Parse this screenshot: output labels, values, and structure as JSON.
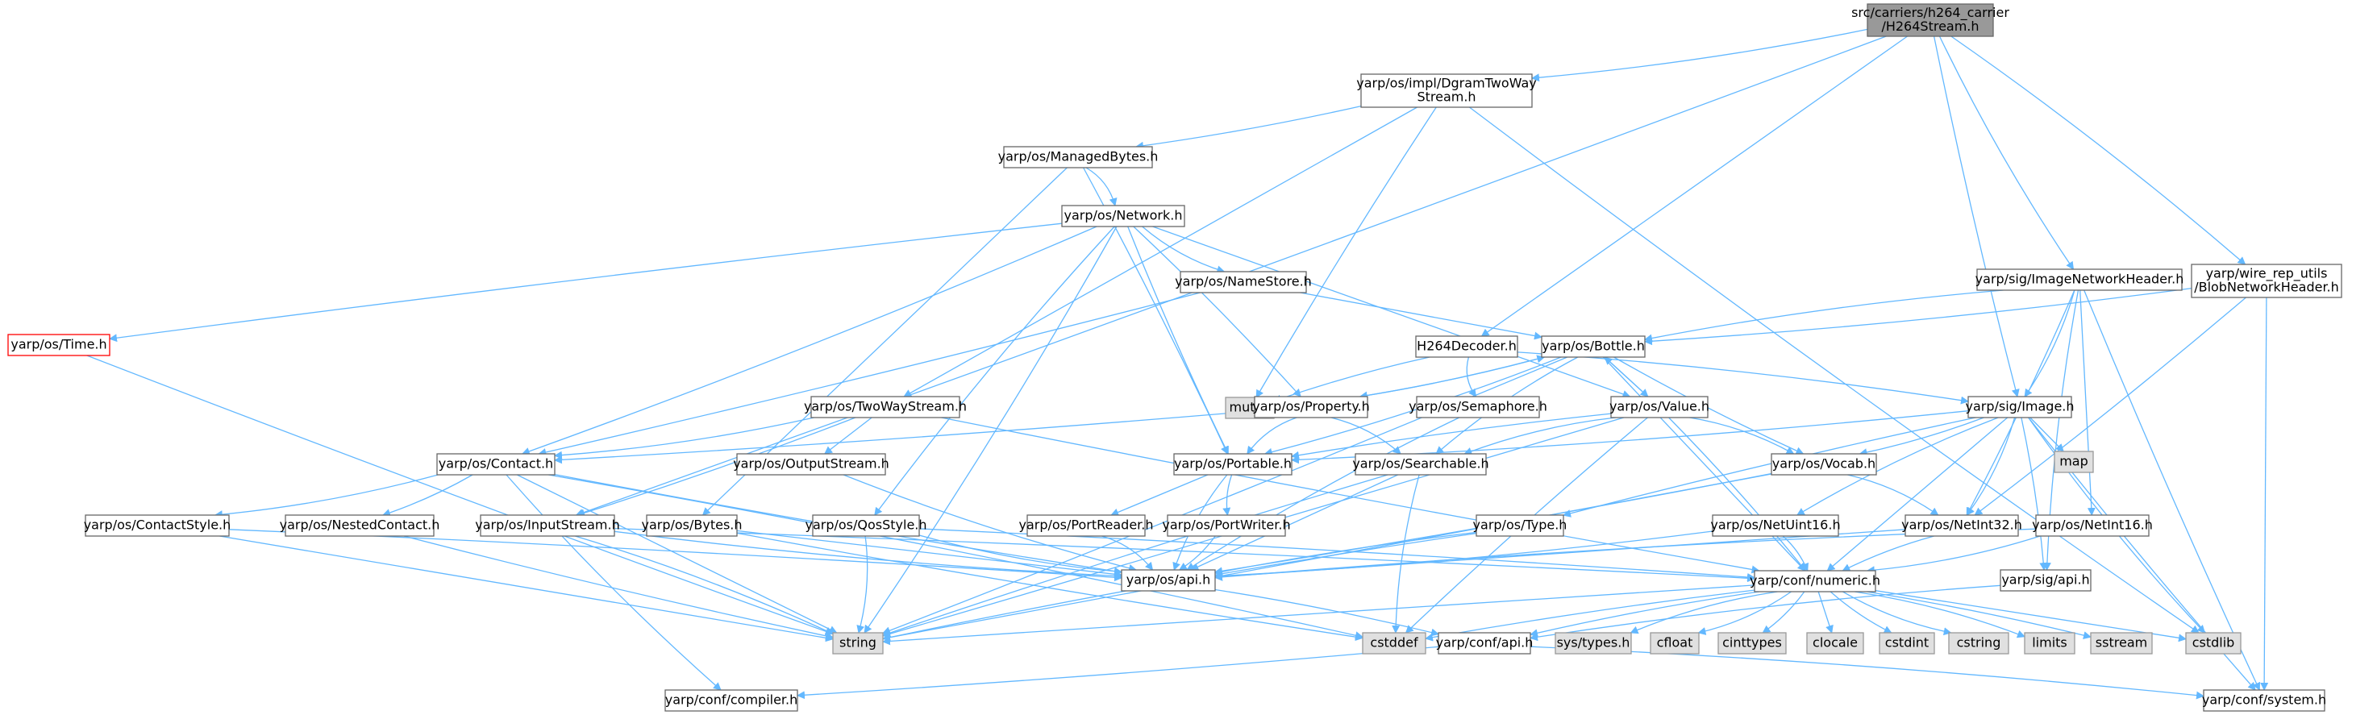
{
  "diagram": {
    "colors": {
      "edge": "#63b8ff",
      "border": "#666666",
      "root_fill": "#999999",
      "root_border": "#666666",
      "node_fill": "#ffffff",
      "system_fill": "#e0e0e0",
      "system_border": "#999999",
      "truncated_border": "#ff0000",
      "text": "#000000"
    },
    "nodes": [
      {
        "id": "root",
        "lines": [
          "src/carriers/h264_carrier",
          "/H264Stream.h"
        ],
        "kind": "root"
      },
      {
        "id": "dgram",
        "lines": [
          "yarp/os/impl/DgramTwoWay",
          "Stream.h"
        ],
        "kind": "file"
      },
      {
        "id": "managedbytes",
        "lines": [
          "yarp/os/ManagedBytes.h"
        ],
        "kind": "file"
      },
      {
        "id": "network",
        "lines": [
          "yarp/os/Network.h"
        ],
        "kind": "file"
      },
      {
        "id": "time",
        "lines": [
          "yarp/os/Time.h"
        ],
        "kind": "truncated"
      },
      {
        "id": "namestore",
        "lines": [
          "yarp/os/NameStore.h"
        ],
        "kind": "file"
      },
      {
        "id": "imgnethdr",
        "lines": [
          "yarp/sig/ImageNetworkHeader.h"
        ],
        "kind": "file"
      },
      {
        "id": "wirerep",
        "lines": [
          "yarp/wire_rep_utils",
          "/BlobNetworkHeader.h"
        ],
        "kind": "file"
      },
      {
        "id": "h264dec",
        "lines": [
          "H264Decoder.h"
        ],
        "kind": "file"
      },
      {
        "id": "bottle",
        "lines": [
          "yarp/os/Bottle.h"
        ],
        "kind": "file"
      },
      {
        "id": "twowaystream",
        "lines": [
          "yarp/os/TwoWayStream.h"
        ],
        "kind": "file"
      },
      {
        "id": "mutex",
        "lines": [
          "mutex"
        ],
        "kind": "system"
      },
      {
        "id": "property",
        "lines": [
          "yarp/os/Property.h"
        ],
        "kind": "file"
      },
      {
        "id": "semaphore",
        "lines": [
          "yarp/os/Semaphore.h"
        ],
        "kind": "file"
      },
      {
        "id": "value",
        "lines": [
          "yarp/os/Value.h"
        ],
        "kind": "file"
      },
      {
        "id": "sigimage",
        "lines": [
          "yarp/sig/Image.h"
        ],
        "kind": "file"
      },
      {
        "id": "map",
        "lines": [
          "map"
        ],
        "kind": "system"
      },
      {
        "id": "contact",
        "lines": [
          "yarp/os/Contact.h"
        ],
        "kind": "file"
      },
      {
        "id": "outputstream",
        "lines": [
          "yarp/os/OutputStream.h"
        ],
        "kind": "file"
      },
      {
        "id": "portable",
        "lines": [
          "yarp/os/Portable.h"
        ],
        "kind": "file"
      },
      {
        "id": "searchable",
        "lines": [
          "yarp/os/Searchable.h"
        ],
        "kind": "file"
      },
      {
        "id": "vocab",
        "lines": [
          "yarp/os/Vocab.h"
        ],
        "kind": "file"
      },
      {
        "id": "contactstyle",
        "lines": [
          "yarp/os/ContactStyle.h"
        ],
        "kind": "file"
      },
      {
        "id": "nestedcontact",
        "lines": [
          "yarp/os/NestedContact.h"
        ],
        "kind": "file"
      },
      {
        "id": "inputstream",
        "lines": [
          "yarp/os/InputStream.h"
        ],
        "kind": "file"
      },
      {
        "id": "bytes",
        "lines": [
          "yarp/os/Bytes.h"
        ],
        "kind": "file"
      },
      {
        "id": "qosstyle",
        "lines": [
          "yarp/os/QosStyle.h"
        ],
        "kind": "file"
      },
      {
        "id": "portreader",
        "lines": [
          "yarp/os/PortReader.h"
        ],
        "kind": "file"
      },
      {
        "id": "portwriter",
        "lines": [
          "yarp/os/PortWriter.h"
        ],
        "kind": "file"
      },
      {
        "id": "type",
        "lines": [
          "yarp/os/Type.h"
        ],
        "kind": "file"
      },
      {
        "id": "netuint16",
        "lines": [
          "yarp/os/NetUint16.h"
        ],
        "kind": "file"
      },
      {
        "id": "netint32",
        "lines": [
          "yarp/os/NetInt32.h"
        ],
        "kind": "file"
      },
      {
        "id": "netint16",
        "lines": [
          "yarp/os/NetInt16.h"
        ],
        "kind": "file"
      },
      {
        "id": "osapi",
        "lines": [
          "yarp/os/api.h"
        ],
        "kind": "file"
      },
      {
        "id": "numeric",
        "lines": [
          "yarp/conf/numeric.h"
        ],
        "kind": "file"
      },
      {
        "id": "sigapi",
        "lines": [
          "yarp/sig/api.h"
        ],
        "kind": "file"
      },
      {
        "id": "string",
        "lines": [
          "string"
        ],
        "kind": "system"
      },
      {
        "id": "cstddef",
        "lines": [
          "cstddef"
        ],
        "kind": "system"
      },
      {
        "id": "confapi",
        "lines": [
          "yarp/conf/api.h"
        ],
        "kind": "file"
      },
      {
        "id": "systypes",
        "lines": [
          "sys/types.h"
        ],
        "kind": "system"
      },
      {
        "id": "cfloat",
        "lines": [
          "cfloat"
        ],
        "kind": "system"
      },
      {
        "id": "cinttypes",
        "lines": [
          "cinttypes"
        ],
        "kind": "system"
      },
      {
        "id": "clocale",
        "lines": [
          "clocale"
        ],
        "kind": "system"
      },
      {
        "id": "cstdint",
        "lines": [
          "cstdint"
        ],
        "kind": "system"
      },
      {
        "id": "cstring",
        "lines": [
          "cstring"
        ],
        "kind": "system"
      },
      {
        "id": "limits",
        "lines": [
          "limits"
        ],
        "kind": "system"
      },
      {
        "id": "sstream",
        "lines": [
          "sstream"
        ],
        "kind": "system"
      },
      {
        "id": "cstdlib",
        "lines": [
          "cstdlib"
        ],
        "kind": "system"
      },
      {
        "id": "compiler",
        "lines": [
          "yarp/conf/compiler.h"
        ],
        "kind": "file"
      },
      {
        "id": "system",
        "lines": [
          "yarp/conf/system.h"
        ],
        "kind": "file"
      }
    ],
    "edges": [
      [
        "root",
        "dgram"
      ],
      [
        "root",
        "inputstream"
      ],
      [
        "root",
        "h264dec"
      ],
      [
        "root",
        "sigimage"
      ],
      [
        "root",
        "imgnethdr"
      ],
      [
        "root",
        "wirerep"
      ],
      [
        "dgram",
        "managedbytes"
      ],
      [
        "dgram",
        "twowaystream"
      ],
      [
        "dgram",
        "mutex"
      ],
      [
        "dgram",
        "cstdlib"
      ],
      [
        "managedbytes",
        "network"
      ],
      [
        "managedbytes",
        "portable"
      ],
      [
        "managedbytes",
        "bytes"
      ],
      [
        "network",
        "time"
      ],
      [
        "network",
        "namestore"
      ],
      [
        "network",
        "contact"
      ],
      [
        "network",
        "property"
      ],
      [
        "network",
        "value"
      ],
      [
        "network",
        "portable"
      ],
      [
        "network",
        "qosstyle"
      ],
      [
        "network",
        "string"
      ],
      [
        "namestore",
        "contact"
      ],
      [
        "namestore",
        "bottle"
      ],
      [
        "time",
        "string"
      ],
      [
        "imgnethdr",
        "bottle"
      ],
      [
        "imgnethdr",
        "sigimage"
      ],
      [
        "imgnethdr",
        "netint32"
      ],
      [
        "imgnethdr",
        "netint16"
      ],
      [
        "imgnethdr",
        "system"
      ],
      [
        "imgnethdr",
        "sigapi"
      ],
      [
        "wirerep",
        "bottle"
      ],
      [
        "wirerep",
        "netint32"
      ],
      [
        "wirerep",
        "system"
      ],
      [
        "h264dec",
        "mutex"
      ],
      [
        "h264dec",
        "semaphore"
      ],
      [
        "h264dec",
        "sigimage"
      ],
      [
        "bottle",
        "property"
      ],
      [
        "bottle",
        "value"
      ],
      [
        "bottle",
        "vocab"
      ],
      [
        "bottle",
        "searchable"
      ],
      [
        "bottle",
        "portable"
      ],
      [
        "bottle",
        "string"
      ],
      [
        "bottle",
        "numeric"
      ],
      [
        "property",
        "bottle"
      ],
      [
        "property",
        "portable"
      ],
      [
        "property",
        "searchable"
      ],
      [
        "property",
        "contact"
      ],
      [
        "value",
        "bottle"
      ],
      [
        "value",
        "portable"
      ],
      [
        "value",
        "searchable"
      ],
      [
        "value",
        "vocab"
      ],
      [
        "value",
        "numeric"
      ],
      [
        "value",
        "string"
      ],
      [
        "value",
        "cstddef"
      ],
      [
        "semaphore",
        "osapi"
      ],
      [
        "sigimage",
        "portable"
      ],
      [
        "sigimage",
        "vocab"
      ],
      [
        "sigimage",
        "map"
      ],
      [
        "sigimage",
        "type"
      ],
      [
        "sigimage",
        "netuint16"
      ],
      [
        "sigimage",
        "netint32"
      ],
      [
        "sigimage",
        "sigapi"
      ],
      [
        "sigimage",
        "numeric"
      ],
      [
        "sigimage",
        "system"
      ],
      [
        "sigimage",
        "cstdlib"
      ],
      [
        "twowaystream",
        "contact"
      ],
      [
        "twowaystream",
        "inputstream"
      ],
      [
        "twowaystream",
        "outputstream"
      ],
      [
        "twowaystream",
        "numeric"
      ],
      [
        "outputstream",
        "osapi"
      ],
      [
        "contact",
        "contactstyle"
      ],
      [
        "contact",
        "nestedcontact"
      ],
      [
        "contact",
        "string"
      ],
      [
        "contact",
        "osapi"
      ],
      [
        "contact",
        "compiler"
      ],
      [
        "contact",
        "cstddef"
      ],
      [
        "contactstyle",
        "osapi"
      ],
      [
        "contactstyle",
        "string"
      ],
      [
        "nestedcontact",
        "string"
      ],
      [
        "inputstream",
        "osapi"
      ],
      [
        "inputstream",
        "string"
      ],
      [
        "inputstream",
        "numeric"
      ],
      [
        "bytes",
        "osapi"
      ],
      [
        "bytes",
        "cstddef"
      ],
      [
        "qosstyle",
        "osapi"
      ],
      [
        "qosstyle",
        "string"
      ],
      [
        "qosstyle",
        "numeric"
      ],
      [
        "portable",
        "portreader"
      ],
      [
        "portable",
        "portwriter"
      ],
      [
        "portable",
        "osapi"
      ],
      [
        "portreader",
        "osapi"
      ],
      [
        "portwriter",
        "osapi"
      ],
      [
        "searchable",
        "osapi"
      ],
      [
        "searchable",
        "string"
      ],
      [
        "searchable",
        "cstddef"
      ],
      [
        "vocab",
        "netint32"
      ],
      [
        "vocab",
        "osapi"
      ],
      [
        "vocab",
        "string"
      ],
      [
        "type",
        "osapi"
      ],
      [
        "type",
        "string"
      ],
      [
        "netuint16",
        "osapi"
      ],
      [
        "netuint16",
        "numeric"
      ],
      [
        "netint32",
        "osapi"
      ],
      [
        "netint32",
        "numeric"
      ],
      [
        "netint16",
        "osapi"
      ],
      [
        "netint16",
        "numeric"
      ],
      [
        "osapi",
        "confapi"
      ],
      [
        "numeric",
        "string"
      ],
      [
        "numeric",
        "cstddef"
      ],
      [
        "numeric",
        "systypes"
      ],
      [
        "numeric",
        "cfloat"
      ],
      [
        "numeric",
        "cinttypes"
      ],
      [
        "numeric",
        "clocale"
      ],
      [
        "numeric",
        "cstdint"
      ],
      [
        "numeric",
        "cstring"
      ],
      [
        "numeric",
        "limits"
      ],
      [
        "numeric",
        "sstream"
      ],
      [
        "numeric",
        "cstdlib"
      ],
      [
        "numeric",
        "confapi"
      ],
      [
        "sigapi",
        "confapi"
      ],
      [
        "confapi",
        "system"
      ],
      [
        "confapi",
        "compiler"
      ]
    ]
  }
}
